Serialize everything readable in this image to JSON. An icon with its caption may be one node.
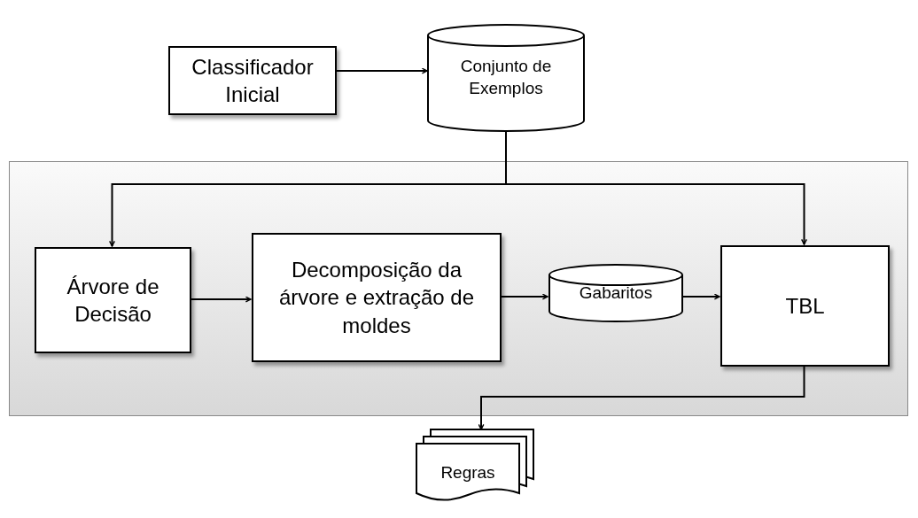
{
  "diagram": {
    "nodes": [
      {
        "text": [
          "Classificador Inicial"
        ]
      },
      {
        "text": [
          "Conjunto de Exemplos"
        ]
      },
      {
        "text": [],
        "shape": "box"
      },
      {
        "text": [
          "Árvore de Decisão"
        ],
        "in": 2
      },
      {
        "text": [
          "Decomposição da árvore e extração de moldes"
        ],
        "in": 2
      },
      {
        "text": [
          "Gabaritos"
        ],
        "in": 2
      },
      {
        "text": [
          "TBL"
        ],
        "in": 2
      },
      {
        "text": [
          "Regras"
        ]
      }
    ],
    "edges": [
      {
        "from": 0,
        "to": 1,
        "arrow": "to"
      },
      {
        "from": 1,
        "to": 3,
        "arrow": "to"
      },
      {
        "from": 1,
        "to": 6,
        "arrow": "to"
      },
      {
        "from": 3,
        "to": 4,
        "arrow": "to"
      },
      {
        "from": 4,
        "to": 5,
        "arrow": "to"
      },
      {
        "from": 5,
        "to": 6,
        "arrow": "to"
      },
      {
        "from": 6,
        "to": 7,
        "arrow": "to"
      }
    ]
  }
}
